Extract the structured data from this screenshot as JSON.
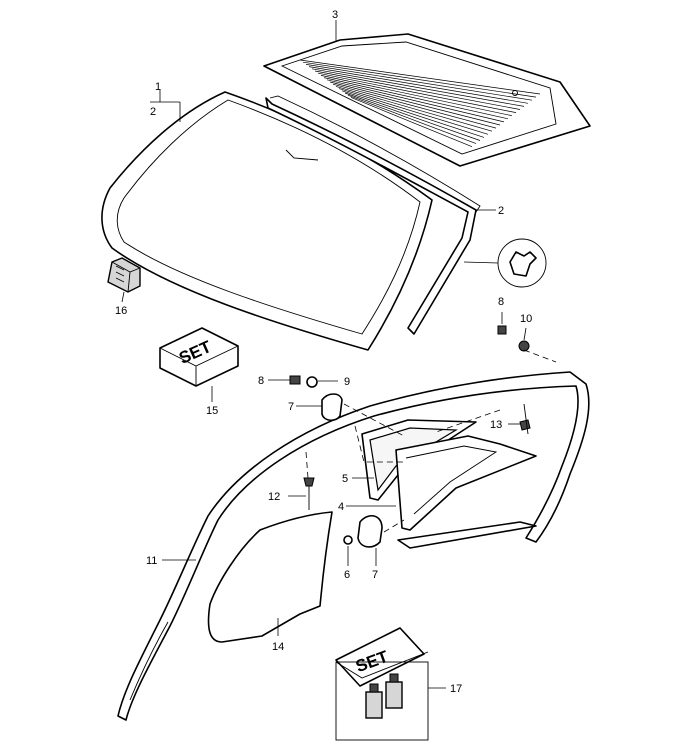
{
  "labels": {
    "p1": "1",
    "p2_bracket": "2",
    "p2": "2",
    "p3": "3",
    "p4": "4",
    "p5": "5",
    "p6": "6",
    "p7_upper": "7",
    "p7_lower": "7",
    "p8_upper": "8",
    "p8_lower": "8",
    "p9": "9",
    "p10": "10",
    "p11": "11",
    "p12": "12",
    "p13": "13",
    "p14": "14",
    "p15": "15",
    "p16": "16",
    "p17": "17"
  },
  "kits": {
    "set_15": "SET",
    "set_17": "SET"
  }
}
